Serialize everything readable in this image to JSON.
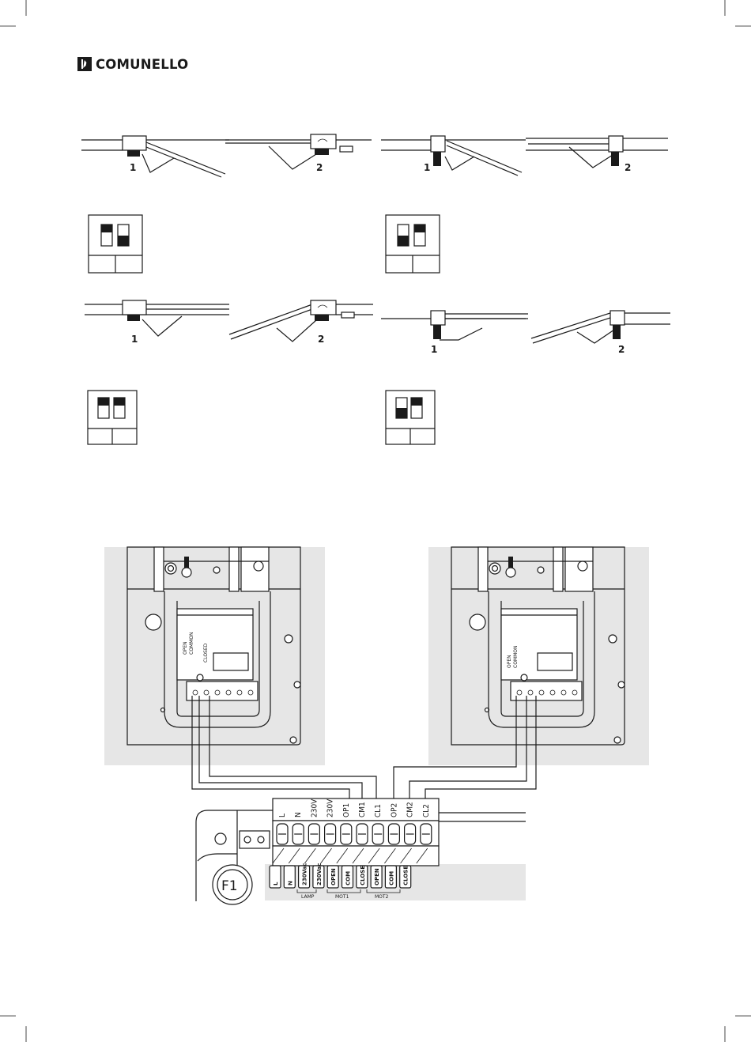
{
  "brand": {
    "name": "COMUNELLO"
  },
  "diagrams": [
    {
      "labels": [
        "1",
        "2"
      ]
    },
    {
      "labels": [
        "1",
        "2"
      ]
    },
    {
      "labels": [
        "1",
        "2"
      ]
    },
    {
      "labels": [
        "1",
        "2"
      ]
    }
  ],
  "terminal_block": {
    "terminals": [
      "L",
      "N",
      "230V",
      "230V",
      "OP1",
      "CM1",
      "CL1",
      "OP2",
      "CM2",
      "CL2"
    ],
    "tags": [
      "L",
      "N",
      "230Vac",
      "230Vac",
      "OPEN",
      "COM",
      "CLOSE",
      "OPEN",
      "COM",
      "CLOSE"
    ],
    "groups": [
      "LAMP",
      "MOT1",
      "MOT2"
    ],
    "fuse": "F1"
  },
  "limit_switch": {
    "open_label": "OPEN",
    "common_label": "COMMON",
    "closed_label": "CLOSED"
  },
  "colors": {
    "ink": "#1a1a1a",
    "panel": "#e6e6e6"
  }
}
